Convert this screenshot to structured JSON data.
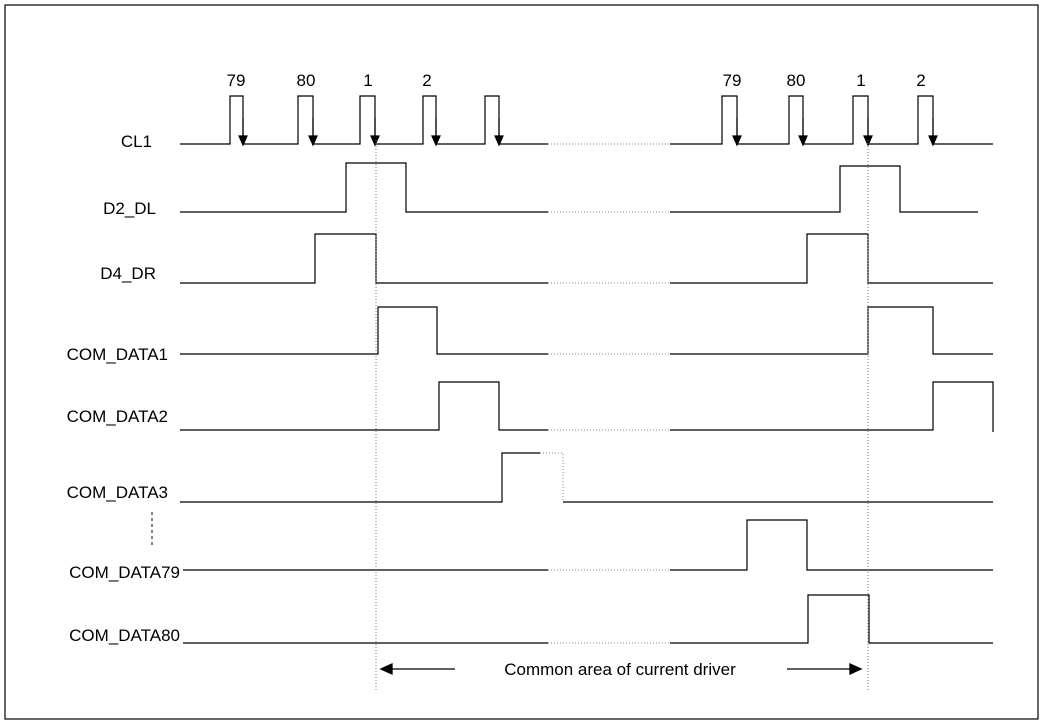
{
  "signals": [
    {
      "name": "CL1"
    },
    {
      "name": "D2_DL"
    },
    {
      "name": "D4_DR"
    },
    {
      "name": "COM_DATA1"
    },
    {
      "name": "COM_DATA2"
    },
    {
      "name": "COM_DATA3"
    },
    {
      "name": "COM_DATA79"
    },
    {
      "name": "COM_DATA80"
    }
  ],
  "clock_labels": [
    "79",
    "80",
    "1",
    "2",
    "79",
    "80",
    "1",
    "2"
  ],
  "common_area_label": "Common area of current driver",
  "colors": {
    "line": "#000000",
    "dotted": "#555555",
    "border": "#000000"
  }
}
